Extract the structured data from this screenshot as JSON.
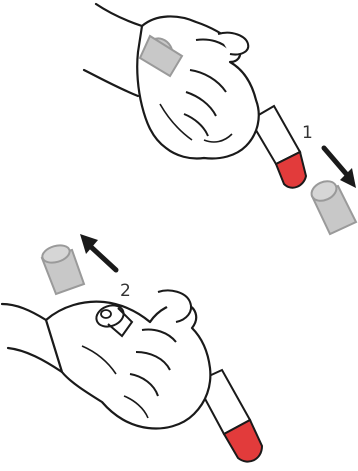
{
  "steps": [
    {
      "number": "1",
      "action": "pull-cap-off"
    },
    {
      "number": "2",
      "action": "pull-cap-off"
    }
  ],
  "colors": {
    "outline": "#1a1a1a",
    "cap": "#c8c8c8",
    "cap_outline": "#9a9a9a",
    "pen_tip": "#e23b3b",
    "arrow": "#1a1a1a",
    "background": "#ffffff"
  },
  "icons": [
    "hand-icon",
    "pen-icon",
    "cap-icon",
    "arrow-icon"
  ]
}
